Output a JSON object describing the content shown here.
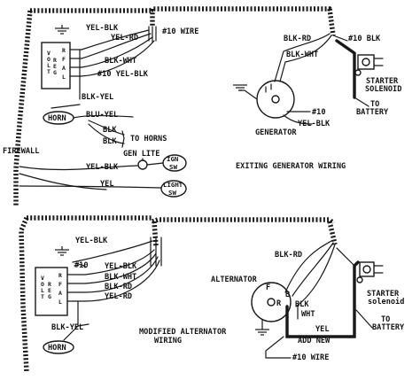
{
  "top_diagram": {
    "title": "EXITING GENERATOR WIRING",
    "regulator_label": [
      "V",
      "O",
      "L",
      "T",
      "R",
      "E",
      "G"
    ],
    "terminal_letters": [
      "R",
      "F",
      "A",
      "L"
    ],
    "wire_labels": {
      "yel_blk_top": "YEL-BLK",
      "yel_rd": "YEL-RD",
      "wire10": "#10 WIRE",
      "blk_wht": "BLK-WHT",
      "yel_blk_mid": "#10 YEL-BLK",
      "blk_yel": "BLK-YEL",
      "blu_yel": "BLU-YEL",
      "blk_1": "BLK",
      "blk_2": "BLK",
      "yel_blk_lower": "YEL-BLK",
      "yel": "YEL",
      "blk_rd_right": "BLK-RD",
      "blk_wht_right": "BLK-WHT",
      "blk10": "#10 BLK",
      "no10": "#10",
      "yel_blk_gen": "YEL-BLK"
    },
    "horn": "HORN",
    "to_horns": "TO HORNS",
    "gen_lite": "GEN LITE",
    "ign_sw": [
      "IGN",
      "SW"
    ],
    "light_sw": [
      "LIGHT",
      "SW"
    ],
    "firewall": "FIREWALL",
    "generator": "GENERATOR",
    "starter_solenoid": [
      "STARTER",
      "SOLENOID"
    ],
    "to_battery": [
      "TO",
      "BATTERY"
    ]
  },
  "bottom_diagram": {
    "title": [
      "MODIFIED ALTERNATOR",
      "WIRING"
    ],
    "regulator_label": [
      "V",
      "O",
      "L",
      "T",
      "R",
      "E",
      "G"
    ],
    "terminal_letters": [
      "R",
      "F",
      "A",
      "L"
    ],
    "wire_labels": {
      "yel_blk_top": "YEL-BLK",
      "no10": "#10",
      "yel_blk": "YEL-BLK",
      "blk_wht": "BLK-WHT",
      "blk_rd": "BLK-RD",
      "yel_rd": "YEL-RD",
      "blk_yel": "BLK-YEL",
      "blk_rd_right": "BLK-RD",
      "blk": "BLK",
      "wht": "WHT",
      "yel": "YEL"
    },
    "pin_letters": [
      "F",
      "B",
      "R"
    ],
    "horn": "HORN",
    "alternator": "ALTERNATOR",
    "add_new": "ADD NEW",
    "wire10": "#10 WIRE",
    "starter_solenoid": [
      "STARTER",
      "solenoid"
    ],
    "to_battery": [
      "TO",
      "BATTERY"
    ]
  }
}
